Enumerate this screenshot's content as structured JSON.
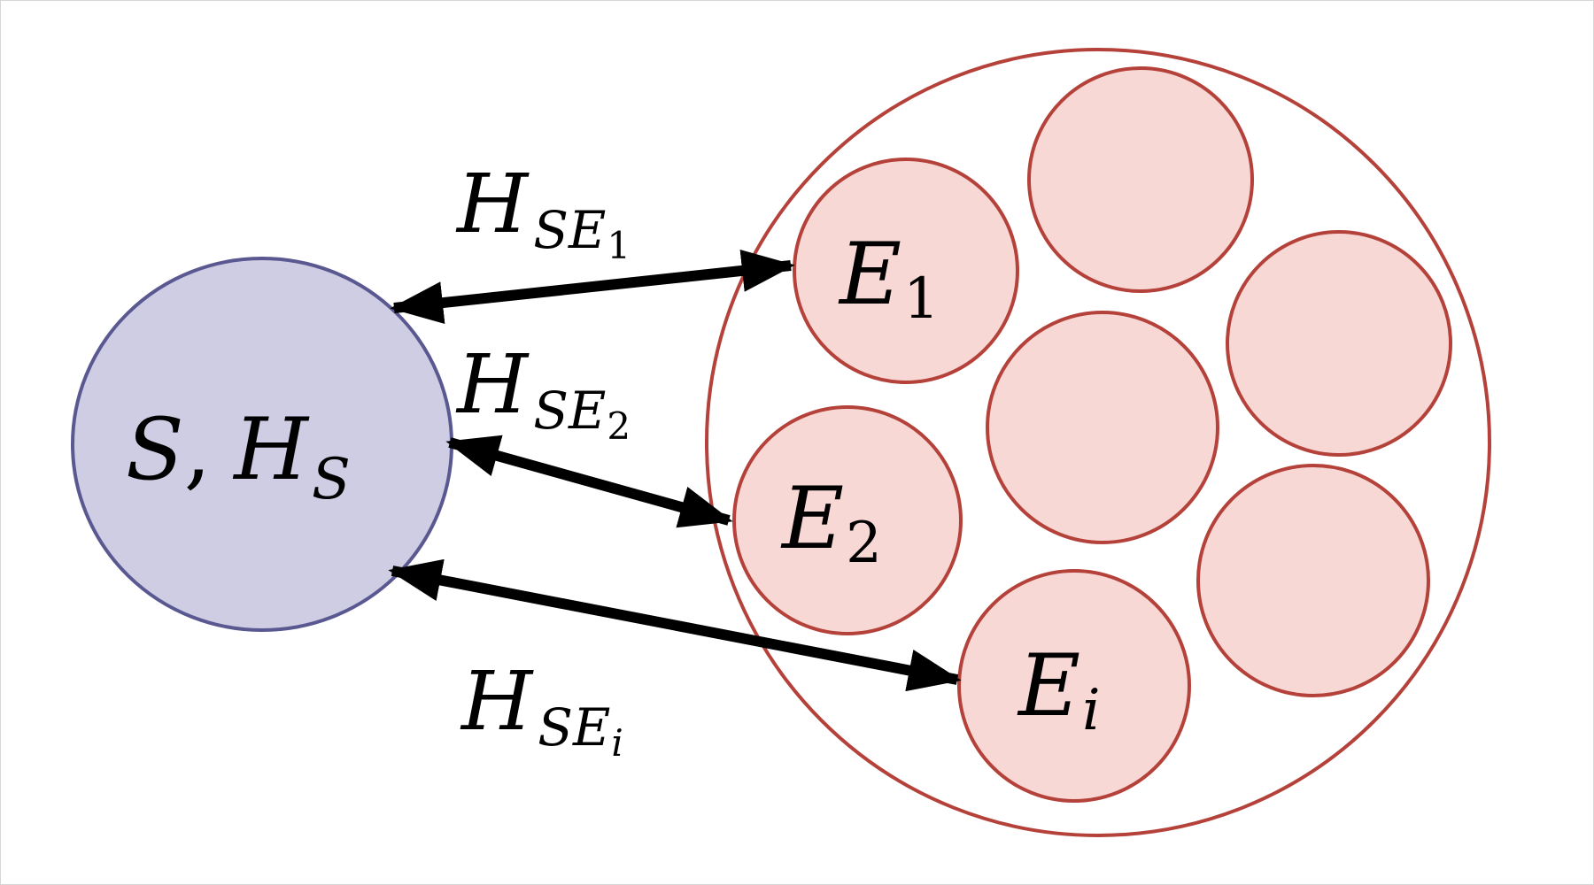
{
  "colors": {
    "system_fill": "#cfcde3",
    "system_stroke": "#5a5891",
    "env_stroke": "#b5423a",
    "sub_fill": "#f8d8d5",
    "sub_stroke": "#b5423a",
    "arrow": "#000000"
  },
  "system": {
    "symbol": "S",
    "separator": ",",
    "hamiltonian": "H",
    "hamiltonian_sub": "S"
  },
  "environment": {
    "subsystems": [
      {
        "symbol": "E",
        "sub": "1"
      },
      {
        "symbol": "E",
        "sub": "2"
      },
      {
        "symbol": "E",
        "sub": "i"
      },
      {
        "symbol": "",
        "sub": ""
      },
      {
        "symbol": "",
        "sub": ""
      },
      {
        "symbol": "",
        "sub": ""
      },
      {
        "symbol": "",
        "sub": ""
      }
    ]
  },
  "couplings": [
    {
      "base": "H",
      "sub": "SE",
      "subsub": "1"
    },
    {
      "base": "H",
      "sub": "SE",
      "subsub": "2"
    },
    {
      "base": "H",
      "sub": "SE",
      "subsub": "i"
    }
  ]
}
